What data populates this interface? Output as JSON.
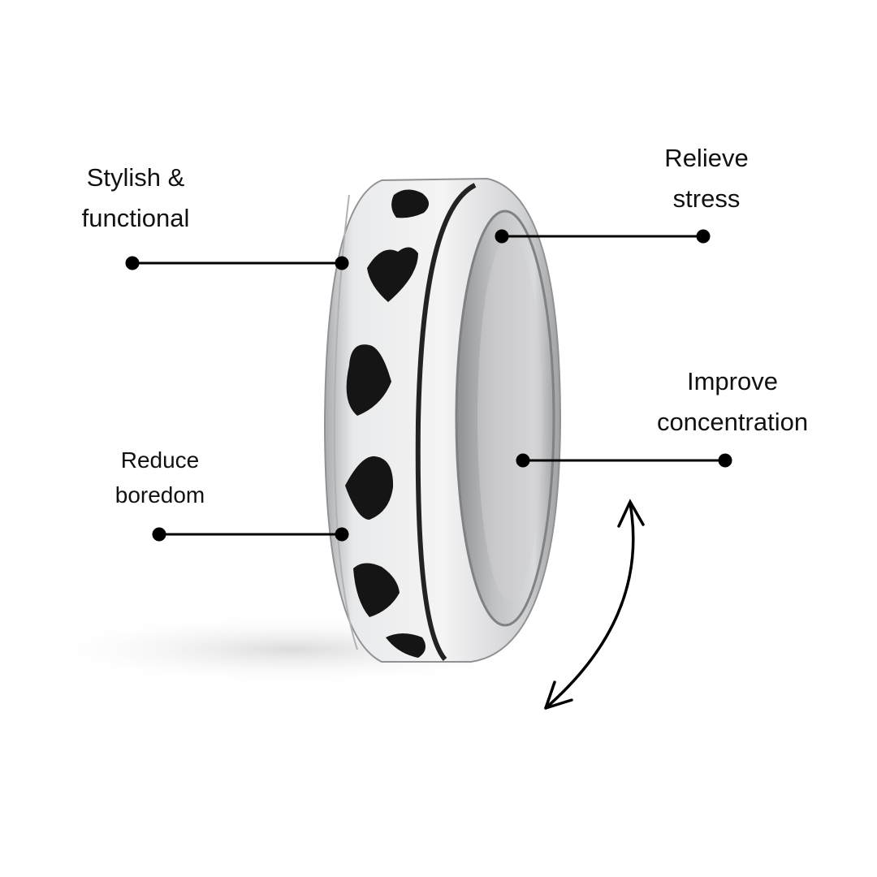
{
  "callouts": {
    "stylish": {
      "line1": "Stylish &",
      "line2": "functional"
    },
    "relieve": {
      "line1": "Relieve",
      "line2": "stress"
    },
    "improve": {
      "line1": "Improve",
      "line2": "concentration"
    },
    "reduce": {
      "line1": "Reduce",
      "line2": "boredom"
    }
  },
  "product": {
    "pattern_icon": "heart-icon",
    "motion_icon": "curved-double-arrow-icon"
  },
  "colors": {
    "text": "#111111",
    "metal": "#c9cacc",
    "enamel": "#151515"
  }
}
